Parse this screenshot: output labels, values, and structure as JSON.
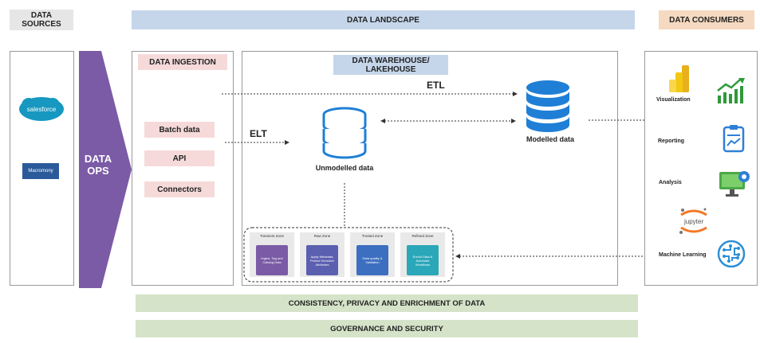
{
  "headers": {
    "sources": "DATA SOURCES",
    "landscape": "DATA LANDSCAPE",
    "consumers": "DATA CONSUMERS"
  },
  "sources": [
    {
      "name": "salesforce",
      "color": "#1798c1"
    },
    {
      "name": "Macromony",
      "color": "#2a5a9a"
    }
  ],
  "dataops": {
    "line1": "DATA",
    "line2": "OPS",
    "color": "#7b5aa6"
  },
  "ingestion": {
    "title": "DATA INGESTION",
    "items": [
      "Batch data",
      "API",
      "Connectors"
    ]
  },
  "warehouse": {
    "title_line1": "DATA WAREHOUSE/",
    "title_line2": "LAKEHOUSE",
    "etl": "ETL",
    "elt": "ELT",
    "unmodelled": "Unmodelled data",
    "modelled": "Modelled data",
    "db_color": "#1f7fd6"
  },
  "zones": [
    {
      "label": "Transient Zone",
      "text": "Ingest, Tag and Catalog Data",
      "color": "#7b5aa6"
    },
    {
      "label": "Raw Zone",
      "text": "Apply Metadata, Protect Sensitive Attributes",
      "color": "#5b5fb0"
    },
    {
      "label": "Trusted Zone",
      "text": "Data quality & Validation",
      "color": "#3d6fc0"
    },
    {
      "label": "Refined Zone",
      "text": "Enrich Data & Automate Workflows",
      "color": "#2aa7b8"
    }
  ],
  "consumers": [
    {
      "label": "Visualization",
      "icon": "powerbi-icon"
    },
    {
      "label": "Reporting",
      "icon": "report-icon"
    },
    {
      "label": "Analysis",
      "icon": "analysis-icon"
    },
    {
      "label": "jupyter",
      "icon": "jupyter-icon"
    },
    {
      "label": "Machine Learning",
      "icon": "ml-icon"
    }
  ],
  "bottom": {
    "bar1": "CONSISTENCY, PRIVACY AND ENRICHMENT OF DATA",
    "bar2": "GOVERNANCE AND SECURITY"
  }
}
